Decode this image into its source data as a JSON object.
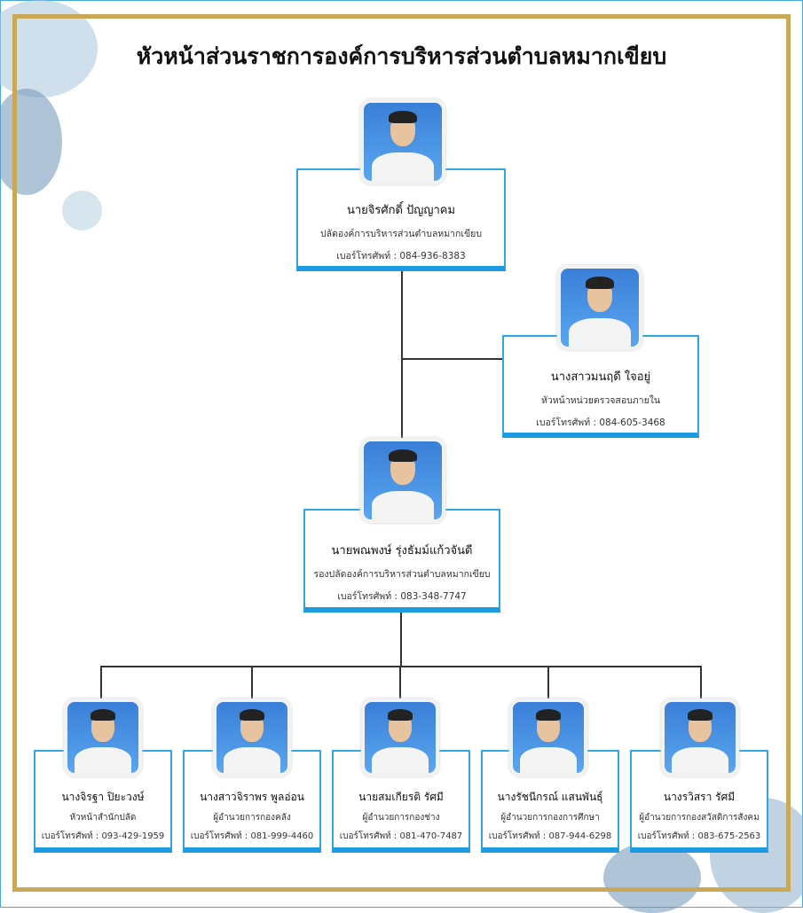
{
  "title": "หัวหน้าส่วนราชการองค์การบริหารส่วนตำบลหมากเขียบ",
  "people": [
    {
      "name": "นายจิรศักดิ์  ปัญญาคม",
      "position": "ปลัดองค์การบริหารส่วนตำบลหมากเขียบ",
      "phone": "เบอร์โทรศัพท์ : 084-936-8383"
    },
    {
      "name": "นางสาวมนฤดี  ใจอยู่",
      "position": "หัวหน้าหน่วยตรวจสอบภายใน",
      "phone": "เบอร์โทรศัพท์ : 084-605-3468"
    },
    {
      "name": "นายพณพงษ์ รุ่งธัมม์แก้วจันดี",
      "position": "รองปลัดองค์การบริหารส่วนตำบลหมากเขียบ",
      "phone": "เบอร์โทรศัพท์ : 083-348-7747"
    },
    {
      "name": "นางจิรฐา  ปิยะวงษ์",
      "position": "หัวหน้าสำนักปลัด",
      "phone": "เบอร์โทรศัพท์ : 093-429-1959"
    },
    {
      "name": "นางสาวจิราพร  พูลอ่อน",
      "position": "ผู้อำนวยการกองคลัง",
      "phone": "เบอร์โทรศัพท์ : 081-999-4460"
    },
    {
      "name": "นายสมเกียรติ  รัศมี",
      "position": "ผู้อำนวยการกองช่าง",
      "phone": "เบอร์โทรศัพท์ : 081-470-7487"
    },
    {
      "name": "นางรัชนีกรณ์  แสนพันธุ์",
      "position": "ผู้อำนวยการกองการศึกษา",
      "phone": "เบอร์โทรศัพท์ : 087-944-6298"
    },
    {
      "name": "นางรวิสรา  รัศมี",
      "position": "ผู้อำนวยการกองสวัสดิการสังคม",
      "phone": "เบอร์โทรศัพท์ : 083-675-2563"
    }
  ]
}
